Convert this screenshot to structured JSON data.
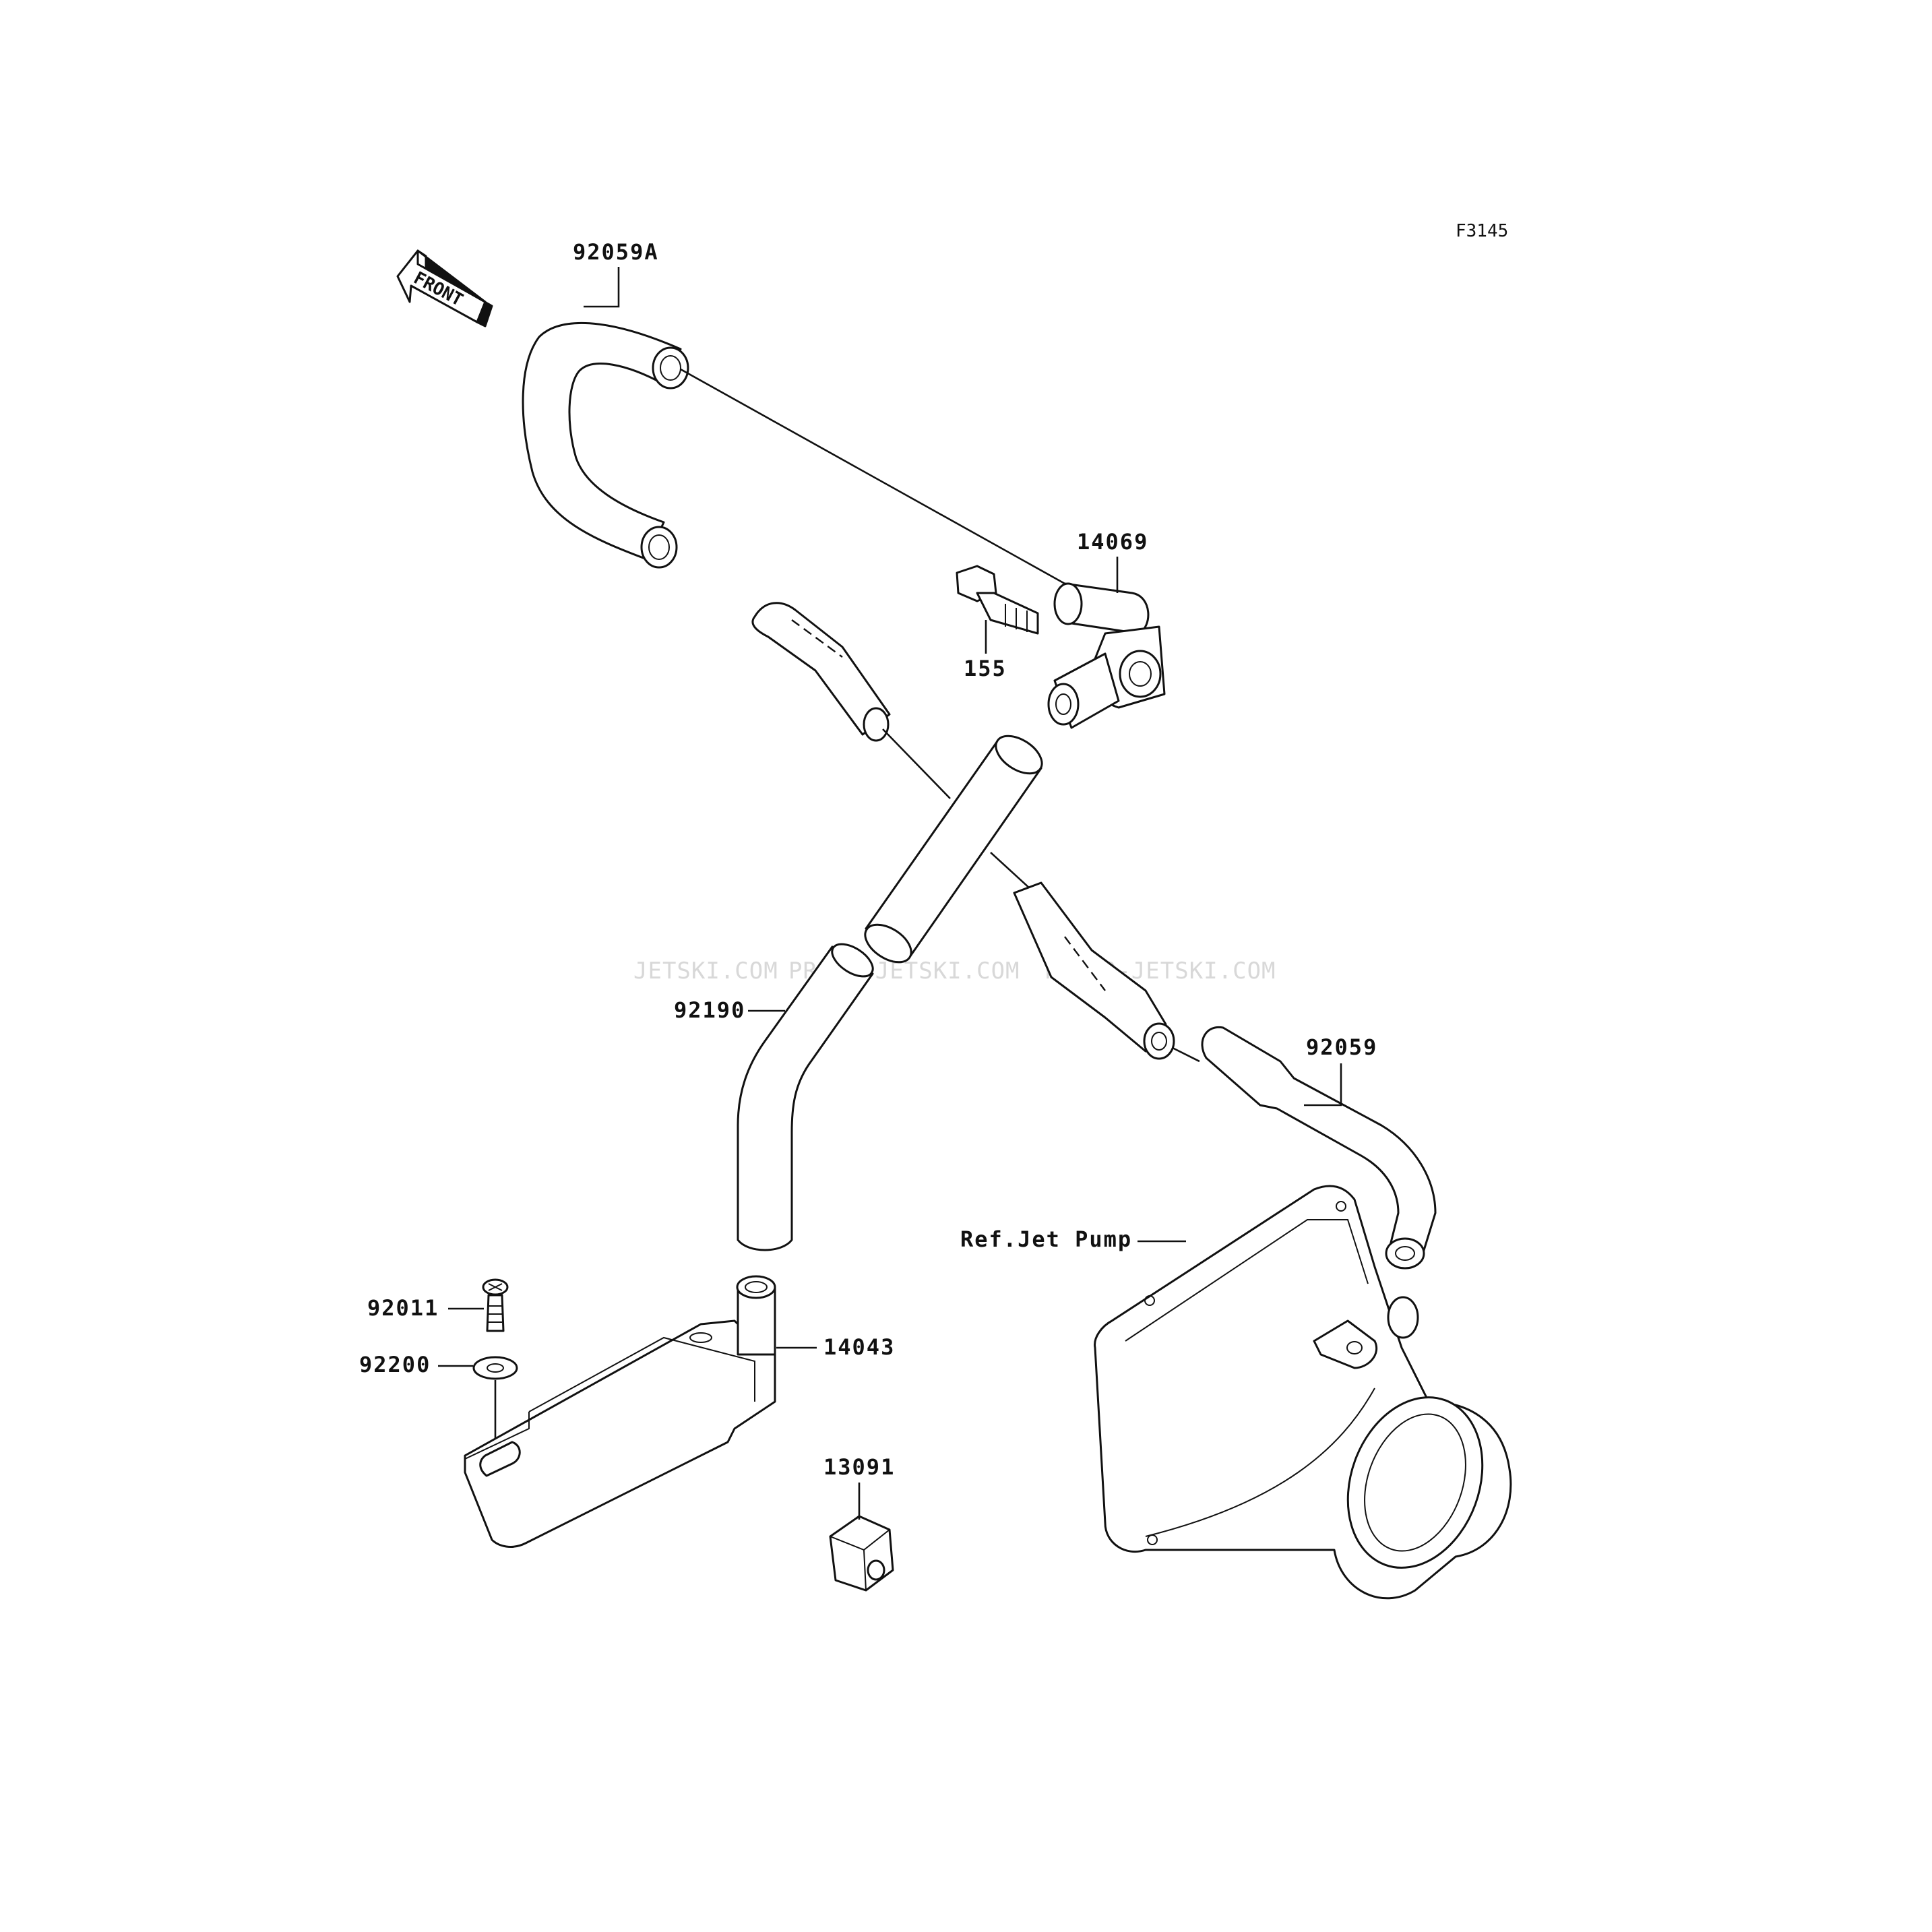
{
  "figure_code": "F3145",
  "front_marker": "FRONT",
  "watermarks": [
    "JETSKI.COM",
    "PROMO-JETSKI.COM",
    "PROMO-JETSKI.COM"
  ],
  "parts": [
    {
      "id": "92059A",
      "label": "92059A"
    },
    {
      "id": "14069",
      "label": "14069"
    },
    {
      "id": "155",
      "label": "155"
    },
    {
      "id": "92190",
      "label": "92190"
    },
    {
      "id": "92059",
      "label": "92059"
    },
    {
      "id": "ref-jet-pump",
      "label": "Ref.Jet Pump"
    },
    {
      "id": "92011",
      "label": "92011"
    },
    {
      "id": "92200",
      "label": "92200"
    },
    {
      "id": "14043",
      "label": "14043"
    },
    {
      "id": "13091",
      "label": "13091"
    }
  ]
}
